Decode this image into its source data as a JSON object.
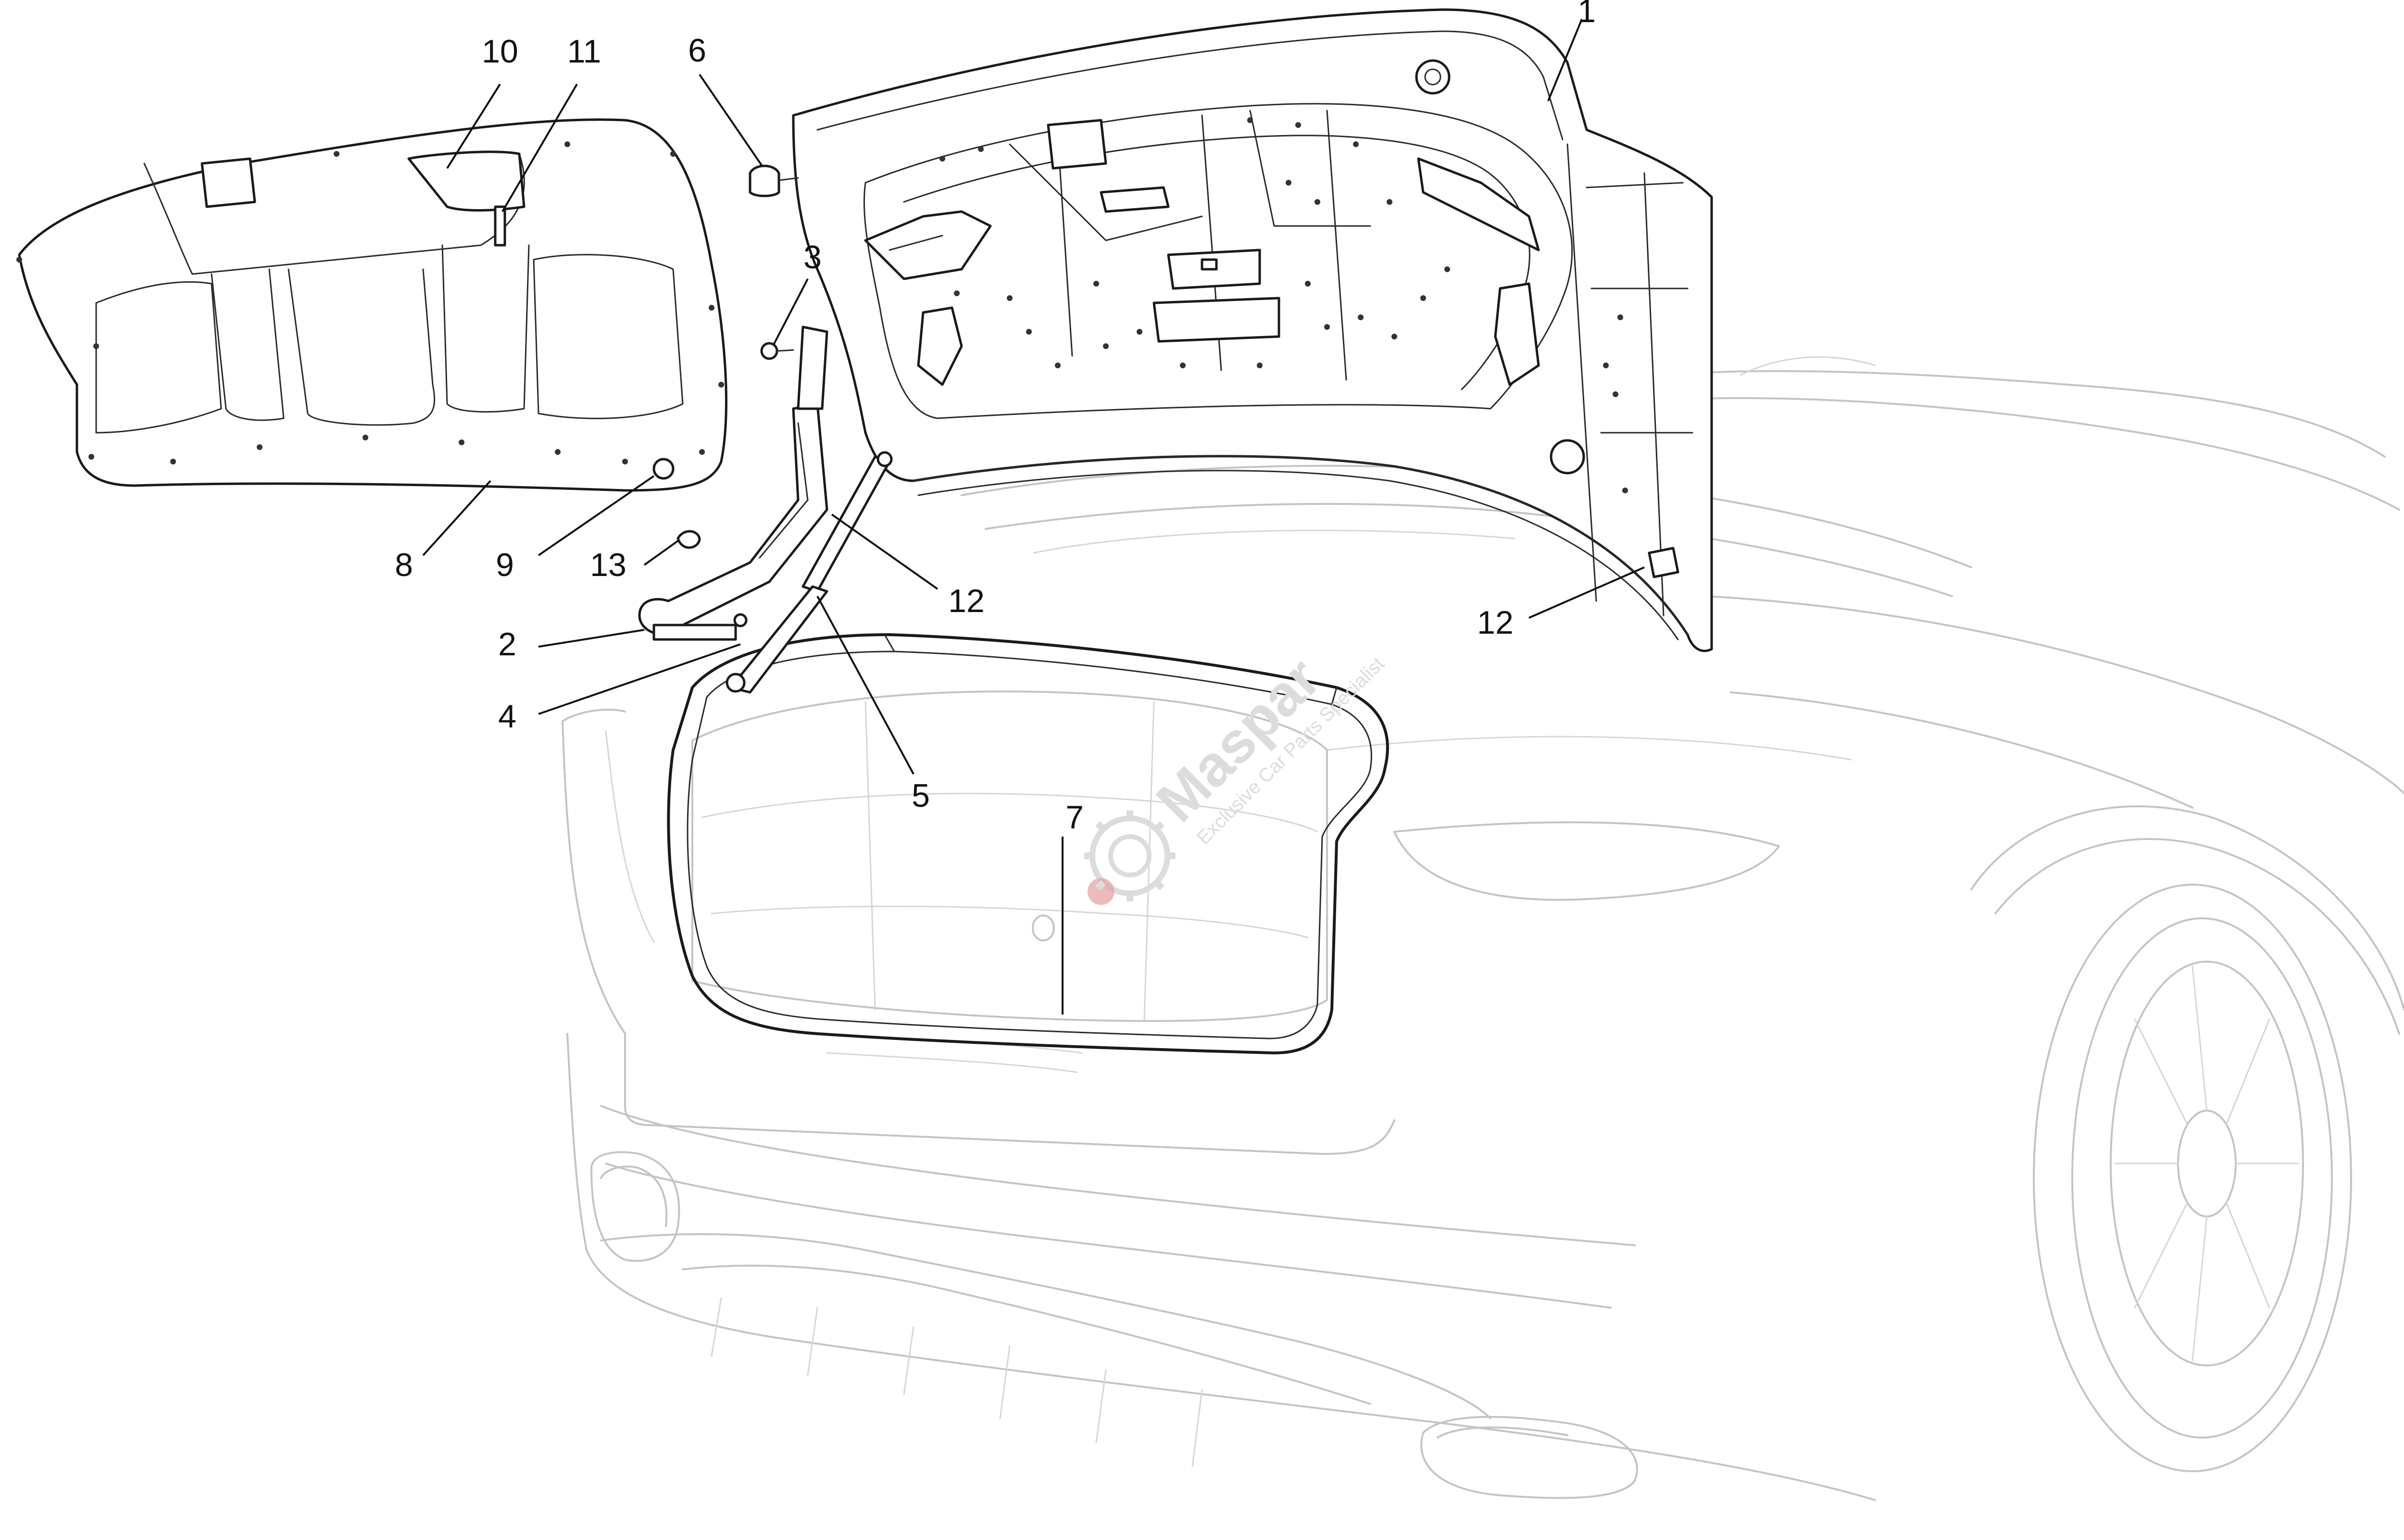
{
  "callouts": [
    {
      "id": "1",
      "label": "1"
    },
    {
      "id": "2",
      "label": "2"
    },
    {
      "id": "3",
      "label": "3"
    },
    {
      "id": "4",
      "label": "4"
    },
    {
      "id": "5",
      "label": "5"
    },
    {
      "id": "6",
      "label": "6"
    },
    {
      "id": "7",
      "label": "7"
    },
    {
      "id": "8",
      "label": "8"
    },
    {
      "id": "9",
      "label": "9"
    },
    {
      "id": "10",
      "label": "10"
    },
    {
      "id": "11",
      "label": "11"
    },
    {
      "id": "12a",
      "label": "12"
    },
    {
      "id": "12b",
      "label": "12"
    },
    {
      "id": "13",
      "label": "13"
    }
  ],
  "watermark": {
    "brand": "Maspar",
    "tagline": "Exclusive Car Parts Specialist"
  },
  "colors": {
    "line": "#1a1a1a",
    "ghost": "#c4c4c4",
    "watermark": "#dcdcdc",
    "watermark_accent": "#e4a0a0"
  }
}
